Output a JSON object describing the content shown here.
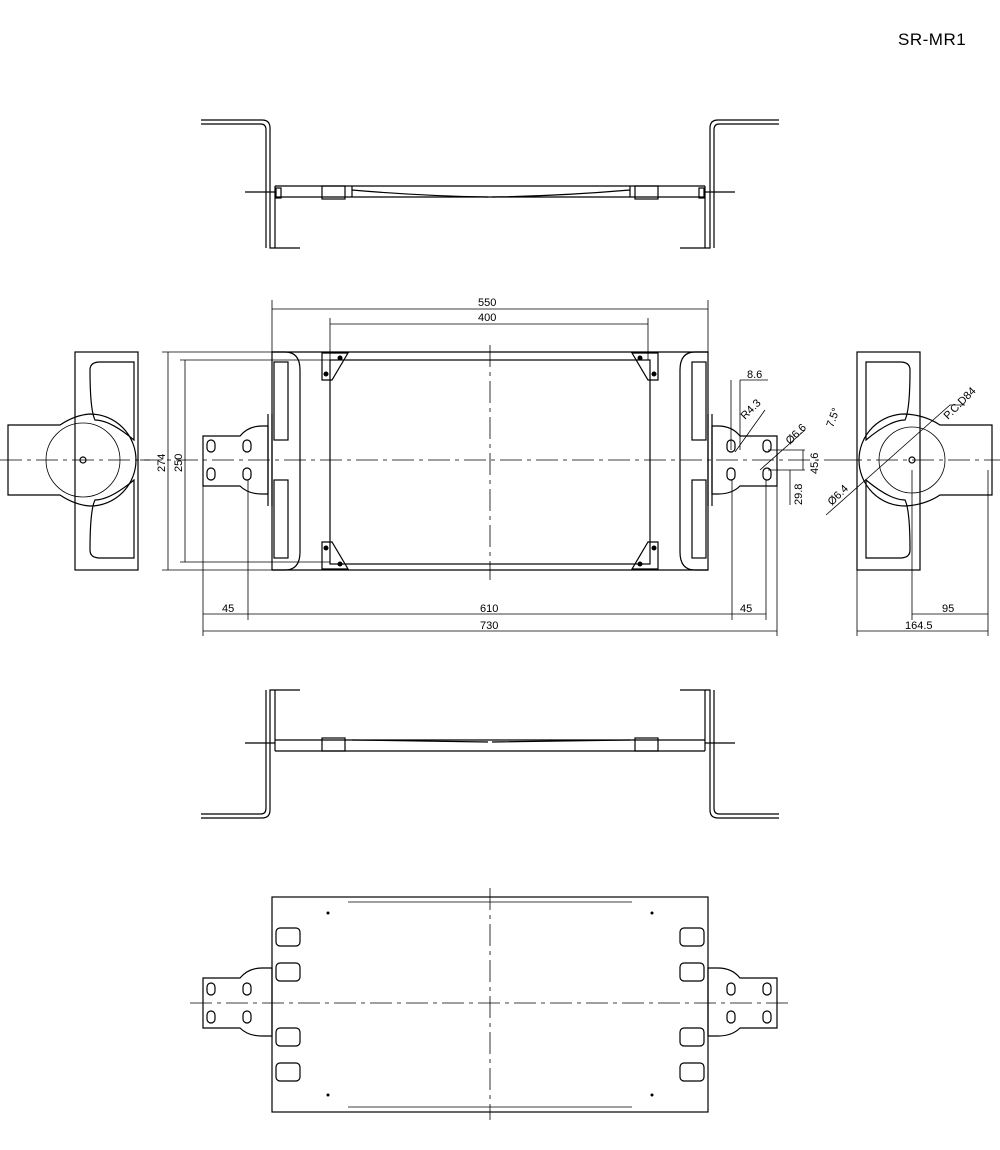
{
  "drawing": {
    "model": "SR-MR1",
    "dimensions": {
      "overall_width": "550",
      "inner_width": "400",
      "overall_depth": "274",
      "inner_depth": "250",
      "left_offset": "45",
      "hole_span": "610",
      "right_offset": "45",
      "total_span": "730",
      "slot_width": "8.6",
      "radius": "R4.3",
      "hole_dia": "Ø6.6",
      "hole_pitch": "45.6",
      "hole_offset": "29.8",
      "angle": "7.5°",
      "pcd": "P.C.D84",
      "pcd_hole": "Ø6.4",
      "side_offset": "95",
      "side_depth": "164.5"
    }
  }
}
